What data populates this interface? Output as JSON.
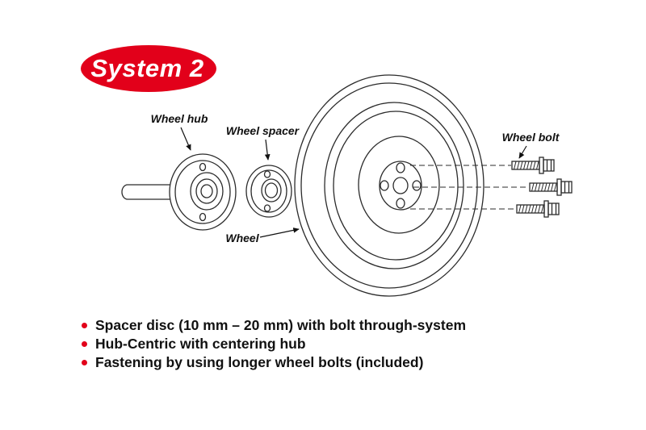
{
  "theme": {
    "accent": "#e2001a",
    "ink": "#111111",
    "line": "#2b2b2b",
    "background": "#ffffff"
  },
  "badge": {
    "label": "System 2"
  },
  "diagram": {
    "labels": {
      "wheel_hub": "Wheel hub",
      "wheel_spacer": "Wheel spacer",
      "wheel": "Wheel",
      "wheel_bolt": "Wheel bolt"
    }
  },
  "features": {
    "items": [
      "Spacer disc (10 mm – 20 mm) with bolt through-system",
      "Hub-Centric with centering hub",
      "Fastening by using longer wheel bolts (included)"
    ]
  }
}
